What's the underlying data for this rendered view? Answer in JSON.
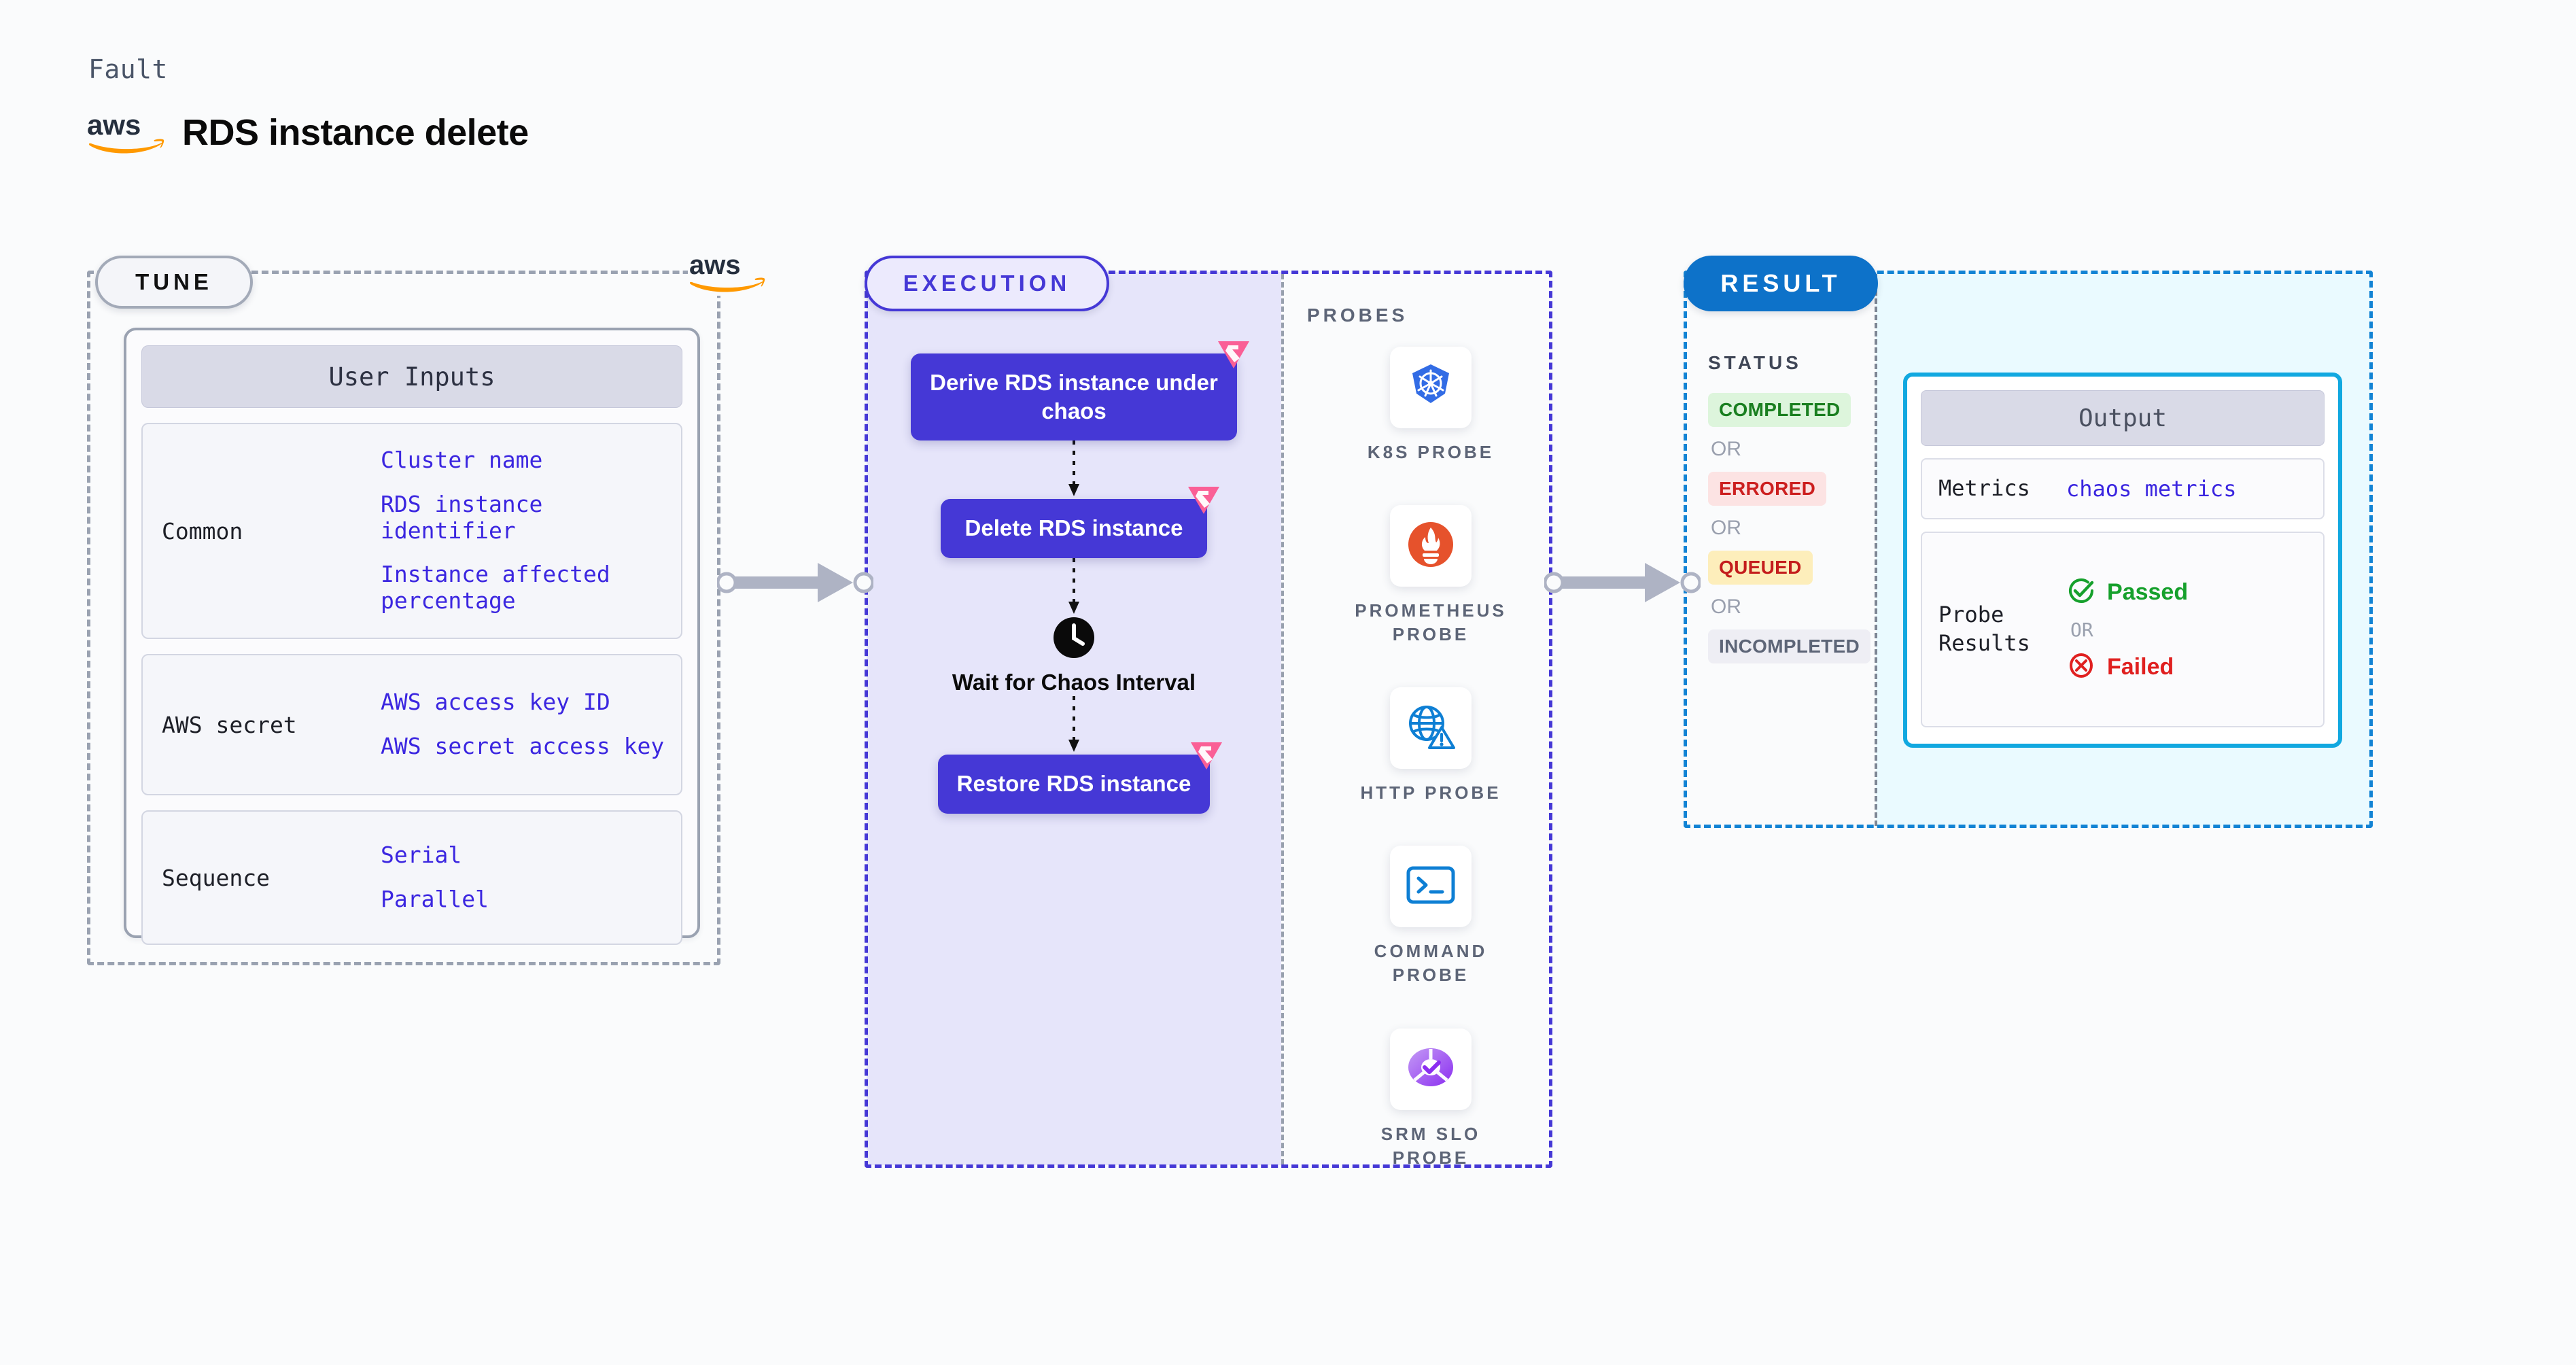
{
  "header": {
    "kicker": "Fault",
    "title": "RDS instance delete",
    "brand_logo": "aws-logo"
  },
  "colors": {
    "execution_accent": "#4538d6",
    "result_accent": "#0d72c9",
    "output_accent": "#11a8e0",
    "tune_accent": "#9aa2b1",
    "litmus_pink": "#fa5f96",
    "aws_orange": "#ff9900"
  },
  "sections": {
    "tune": {
      "pill_label": "TUNE"
    },
    "execution": {
      "pill_label": "EXECUTION"
    },
    "result": {
      "pill_label": "RESULT"
    }
  },
  "tune": {
    "card_title": "User Inputs",
    "groups": [
      {
        "label": "Common",
        "values": [
          "Cluster name",
          "RDS instance\nidentifier",
          "Instance affected\npercentage"
        ]
      },
      {
        "label": "AWS secret",
        "values": [
          "AWS access key ID",
          "AWS secret access\nkey"
        ]
      },
      {
        "label": "Sequence",
        "values": [
          "Serial",
          "Parallel"
        ]
      }
    ]
  },
  "execution": {
    "steps": [
      {
        "label": "Derive RDS instance under chaos",
        "badge": "litmus-icon"
      },
      {
        "label": "Delete RDS instance",
        "badge": "litmus-icon"
      },
      {
        "label": "Wait for Chaos Interval",
        "badge": "clock-icon",
        "type": "wait"
      },
      {
        "label": "Restore RDS instance",
        "badge": "litmus-icon"
      }
    ]
  },
  "probes": {
    "title": "PROBES",
    "items": [
      {
        "name": "K8S PROBE",
        "icon": "kubernetes-icon"
      },
      {
        "name": "PROMETHEUS\nPROBE",
        "icon": "prometheus-icon"
      },
      {
        "name": "HTTP PROBE",
        "icon": "http-globe-icon"
      },
      {
        "name": "COMMAND\nPROBE",
        "icon": "terminal-icon"
      },
      {
        "name": "SRM SLO\nPROBE",
        "icon": "srm-slo-icon"
      }
    ]
  },
  "result": {
    "status_title": "STATUS",
    "or_label": "OR",
    "statuses": [
      {
        "label": "COMPLETED",
        "style": "green"
      },
      {
        "label": "ERRORED",
        "style": "red"
      },
      {
        "label": "QUEUED",
        "style": "yellow"
      },
      {
        "label": "INCOMPLETED",
        "style": "gray"
      }
    ],
    "output": {
      "title": "Output",
      "metrics_label": "Metrics",
      "metrics_value": "chaos metrics",
      "probe_results_label": "Probe Results",
      "passed_label": "Passed",
      "failed_label": "Failed",
      "or_label": "OR"
    }
  }
}
